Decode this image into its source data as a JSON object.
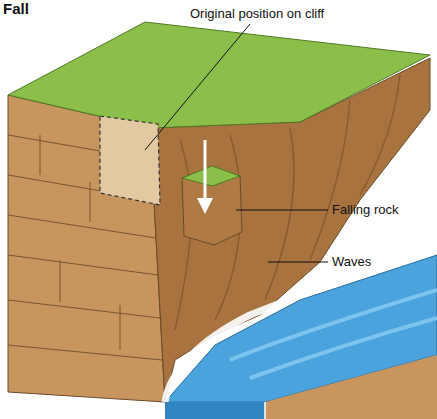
{
  "diagram": {
    "title": "Fall",
    "labels": [
      "Original position on cliff",
      "Falling rock",
      "Waves"
    ]
  }
}
